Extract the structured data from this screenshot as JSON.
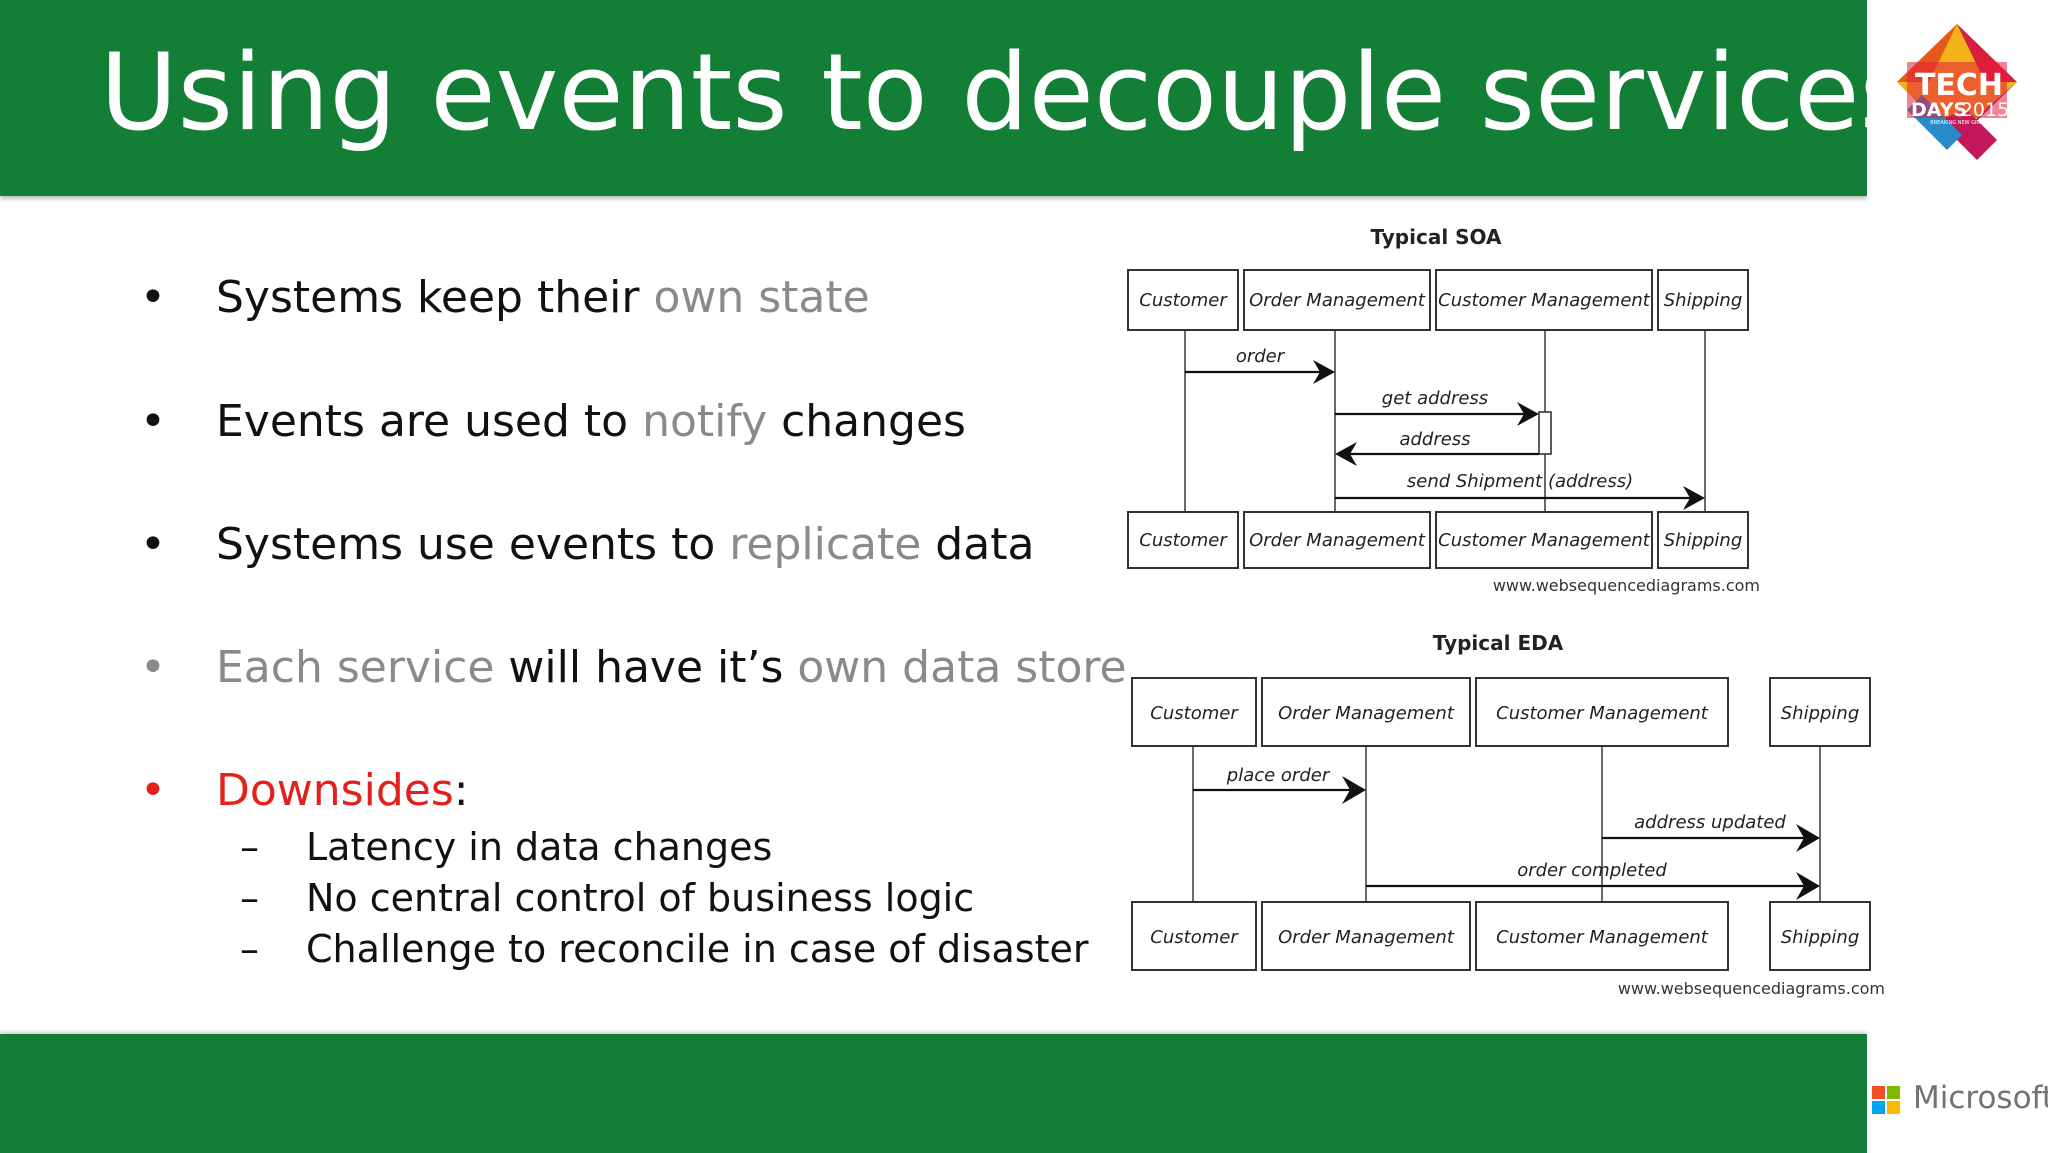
{
  "slide": {
    "title": "Using events to decouple services",
    "logo": {
      "text_line1": "TECH",
      "text_line2": "DAYS",
      "year": "2015",
      "tagline": "BREAKING NEW GROUND"
    },
    "footer_brand": "Microsoft",
    "colors": {
      "brand_green": "#137e35",
      "text_gray": "#8a8a8a",
      "alert_red": "#e3211c"
    }
  },
  "bullets": [
    {
      "parts": [
        "Systems keep their ",
        "own state"
      ]
    },
    {
      "parts": [
        "Events are used to ",
        "notify",
        " changes"
      ]
    },
    {
      "parts": [
        "Systems use events to ",
        "replicate",
        " data"
      ]
    },
    {
      "parts": [
        "Each service",
        " will have it’s ",
        "own data store"
      ]
    },
    {
      "parts": [
        "Downsides",
        ":"
      ],
      "sub": [
        "Latency in data changes",
        "No central control of business logic",
        "Challenge to reconcile in case of disaster"
      ]
    }
  ],
  "diagrams": {
    "soa": {
      "title": "Typical SOA",
      "participants": [
        "Customer",
        "Order Management",
        "Customer Management",
        "Shipping"
      ],
      "messages": [
        "order",
        "get address",
        "address",
        "send Shipment (address)"
      ],
      "credit": "www.websequencediagrams.com"
    },
    "eda": {
      "title": "Typical EDA",
      "participants": [
        "Customer",
        "Order Management",
        "Customer Management",
        "Shipping"
      ],
      "messages": [
        "place order",
        "address updated",
        "order completed"
      ],
      "credit": "www.websequencediagrams.com"
    }
  }
}
